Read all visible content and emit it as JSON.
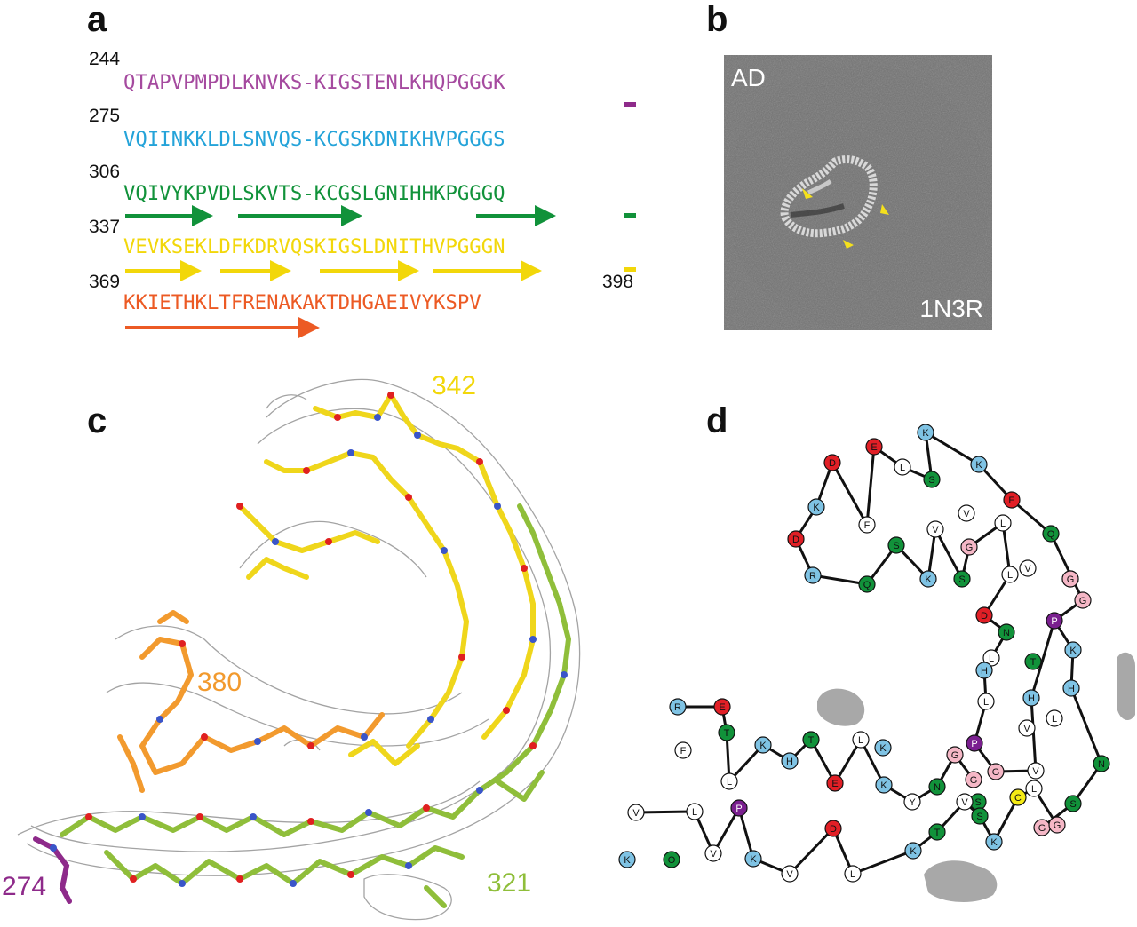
{
  "panel_labels": {
    "a": "a",
    "b": "b",
    "c": "c",
    "d": "d"
  },
  "sequence": {
    "rows": [
      {
        "start": "244",
        "text": "QTAPVPMPDLKNVKS-KIGSTENLKHQPGGGK",
        "color": "#a54a9f"
      },
      {
        "start": "275",
        "text": "VQIINKKLDLSNVQS-KCGSKDNIKHVPGGGS",
        "color": "#24a3d9"
      },
      {
        "start": "306",
        "text": "VQIVYKPVDLSKVTS-KCGSLGNIHHKPGGGQ",
        "color": "#11923a"
      },
      {
        "start": "337",
        "text": "VEVKSEKLDFKDRVQSKIGSLDNITHVPGGGN",
        "color": "#f2d70a"
      },
      {
        "start": "369",
        "text": "KKIETHKLTFRENAKAKTDHGAEIVYKSPV",
        "color": "#ec5a24"
      }
    ],
    "end_number": "398"
  },
  "micrograph": {
    "sample": "AD",
    "antibody": "1N3R"
  },
  "structure_labels": [
    {
      "text": "342",
      "color": "#f2d70a"
    },
    {
      "text": "380",
      "color": "#f29a2e"
    },
    {
      "text": "274",
      "color": "#8e2a8a"
    },
    {
      "text": "321",
      "color": "#8fbe3a"
    }
  ],
  "residue_colors": {
    "hydrophobic": "#ffffff",
    "polar": "#11923a",
    "positive": "#7fc3e4",
    "negative": "#e11f26",
    "glycine": "#f5b7c6",
    "proline": "#7a1f8f",
    "cysteine": "#f5eb14"
  },
  "schematic": {
    "residues": [
      "K",
      "E",
      "D",
      "K",
      "L",
      "S",
      "V",
      "E",
      "K",
      "F",
      "V",
      "L",
      "G",
      "V",
      "Q",
      "D",
      "S",
      "G",
      "R",
      "Q",
      "K",
      "S",
      "L",
      "G",
      "G",
      "D",
      "P",
      "N",
      "L",
      "K",
      "H",
      "T",
      "H",
      "R",
      "E",
      "T",
      "L",
      "H",
      "V",
      "L",
      "N",
      "F",
      "K",
      "T",
      "L",
      "K",
      "P",
      "G",
      "L",
      "H",
      "E",
      "K",
      "N",
      "G",
      "G",
      "V",
      "Y",
      "L",
      "P",
      "S",
      "V",
      "C",
      "G",
      "S",
      "V",
      "L",
      "D",
      "T",
      "S",
      "G",
      "K",
      "O",
      "V",
      "K",
      "V",
      "L",
      "K",
      "K"
    ]
  }
}
